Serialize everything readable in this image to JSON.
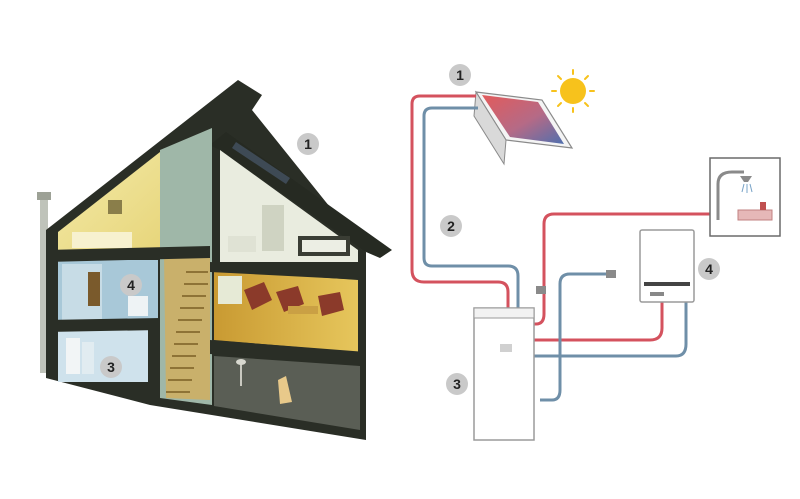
{
  "house": {
    "labels": [
      "1",
      "4",
      "3"
    ]
  },
  "system": {
    "labels": [
      "1",
      "2",
      "3",
      "4"
    ]
  },
  "colors": {
    "hot_pipe": "#d4525e",
    "cold_pipe": "#6f8fa8",
    "wall": "#2a2e26",
    "floor_wood": "#d9b24a",
    "sun": "#f7c21c",
    "collector": "#d96a6a",
    "badge": "#c9c9c9"
  },
  "icons": [
    "sun-icon",
    "shower-icon",
    "solar-collector-icon",
    "boiler-icon",
    "storage-tank-icon"
  ]
}
